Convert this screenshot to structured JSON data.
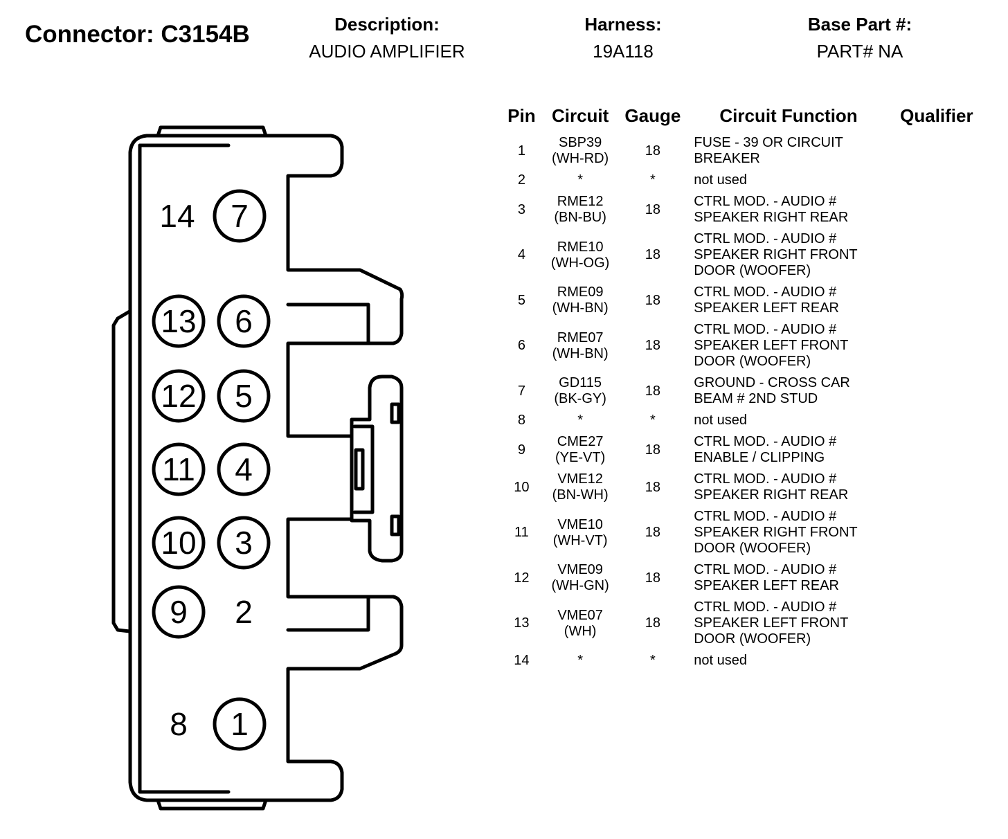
{
  "header": {
    "connector_title": "Connector: C3154B",
    "description_label": "Description:",
    "description_value": "AUDIO AMPLIFIER",
    "harness_label": "Harness:",
    "harness_value": "19A118",
    "base_part_label": "Base Part #:",
    "base_part_value": "PART# NA"
  },
  "diagram": {
    "label_14": "14",
    "label_8": "8",
    "label_2": "2",
    "circled_pins": [
      "7",
      "6",
      "5",
      "4",
      "3",
      "1",
      "13",
      "12",
      "11",
      "10",
      "9"
    ]
  },
  "table": {
    "columns": [
      "Pin",
      "Circuit",
      "Gauge",
      "Circuit Function",
      "Qualifier"
    ],
    "rows": [
      {
        "pin": "1",
        "circuit": [
          "SBP39",
          "(WH-RD)"
        ],
        "gauge": "18",
        "function": [
          "FUSE - 39 OR CIRCUIT",
          "BREAKER"
        ],
        "qualifier": ""
      },
      {
        "pin": "2",
        "circuit": [
          "*"
        ],
        "gauge": "*",
        "function": [
          "not used"
        ],
        "qualifier": ""
      },
      {
        "pin": "3",
        "circuit": [
          "RME12",
          "(BN-BU)"
        ],
        "gauge": "18",
        "function": [
          "CTRL MOD. - AUDIO #",
          "SPEAKER RIGHT REAR"
        ],
        "qualifier": ""
      },
      {
        "pin": "4",
        "circuit": [
          "RME10",
          "(WH-OG)"
        ],
        "gauge": "18",
        "function": [
          "CTRL MOD. - AUDIO #",
          "SPEAKER RIGHT FRONT",
          "DOOR (WOOFER)"
        ],
        "qualifier": ""
      },
      {
        "pin": "5",
        "circuit": [
          "RME09",
          "(WH-BN)"
        ],
        "gauge": "18",
        "function": [
          "CTRL MOD. - AUDIO #",
          "SPEAKER LEFT REAR"
        ],
        "qualifier": ""
      },
      {
        "pin": "6",
        "circuit": [
          "RME07",
          "(WH-BN)"
        ],
        "gauge": "18",
        "function": [
          "CTRL MOD. - AUDIO #",
          "SPEAKER LEFT FRONT",
          "DOOR (WOOFER)"
        ],
        "qualifier": ""
      },
      {
        "pin": "7",
        "circuit": [
          "GD115",
          "(BK-GY)"
        ],
        "gauge": "18",
        "function": [
          "GROUND - CROSS CAR",
          "BEAM # 2ND STUD"
        ],
        "qualifier": ""
      },
      {
        "pin": "8",
        "circuit": [
          "*"
        ],
        "gauge": "*",
        "function": [
          "not used"
        ],
        "qualifier": ""
      },
      {
        "pin": "9",
        "circuit": [
          "CME27",
          "(YE-VT)"
        ],
        "gauge": "18",
        "function": [
          "CTRL MOD. - AUDIO #",
          "ENABLE / CLIPPING"
        ],
        "qualifier": ""
      },
      {
        "pin": "10",
        "circuit": [
          "VME12",
          "(BN-WH)"
        ],
        "gauge": "18",
        "function": [
          "CTRL MOD. - AUDIO #",
          "SPEAKER RIGHT REAR"
        ],
        "qualifier": ""
      },
      {
        "pin": "11",
        "circuit": [
          "VME10",
          "(WH-VT)"
        ],
        "gauge": "18",
        "function": [
          "CTRL MOD. - AUDIO #",
          "SPEAKER RIGHT FRONT",
          "DOOR (WOOFER)"
        ],
        "qualifier": ""
      },
      {
        "pin": "12",
        "circuit": [
          "VME09",
          "(WH-GN)"
        ],
        "gauge": "18",
        "function": [
          "CTRL MOD. - AUDIO #",
          "SPEAKER LEFT REAR"
        ],
        "qualifier": ""
      },
      {
        "pin": "13",
        "circuit": [
          "VME07",
          "(WH)"
        ],
        "gauge": "18",
        "function": [
          "CTRL MOD. - AUDIO #",
          "SPEAKER LEFT FRONT",
          "DOOR (WOOFER)"
        ],
        "qualifier": ""
      },
      {
        "pin": "14",
        "circuit": [
          "*"
        ],
        "gauge": "*",
        "function": [
          "not used"
        ],
        "qualifier": ""
      }
    ]
  }
}
